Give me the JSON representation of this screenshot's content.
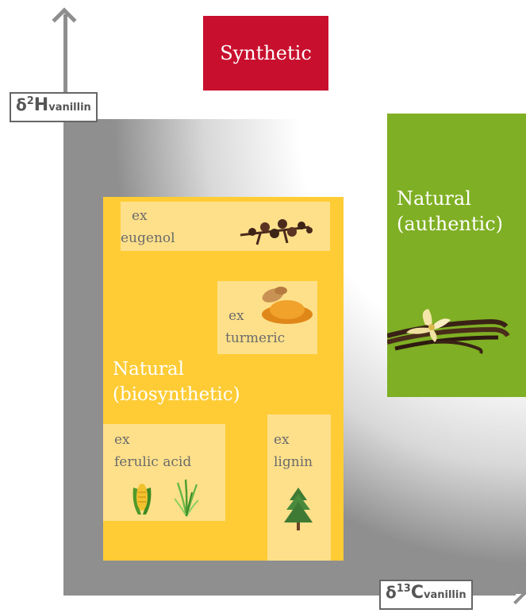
{
  "axes": {
    "y": {
      "symbol": "δ",
      "sup": "2",
      "letter": "H",
      "sub": "vanillin"
    },
    "x": {
      "symbol": "δ",
      "sup": "13",
      "letter": "C",
      "sub": "vanillin"
    }
  },
  "categories": {
    "synthetic": {
      "label": "Synthetic",
      "color": "#c8102e"
    },
    "natural_authentic": {
      "line1": "Natural",
      "line2": "(authentic)",
      "color": "#7faf24"
    },
    "natural_biosynthetic": {
      "line1": "Natural",
      "line2": "(biosynthetic)",
      "color": "#ffcc36"
    }
  },
  "sources": {
    "eugenol": {
      "line1": "ex",
      "line2": "eugenol",
      "icon": "clove-icon"
    },
    "turmeric": {
      "line1": "ex",
      "line2": "turmeric",
      "icon": "turmeric-icon"
    },
    "ferulic": {
      "line1": "ex",
      "line2": "ferulic acid",
      "icons": [
        "corn-icon",
        "rice-plant-icon"
      ]
    },
    "lignin": {
      "line1": "ex",
      "line2": "lignin",
      "icon": "pine-tree-icon"
    }
  }
}
